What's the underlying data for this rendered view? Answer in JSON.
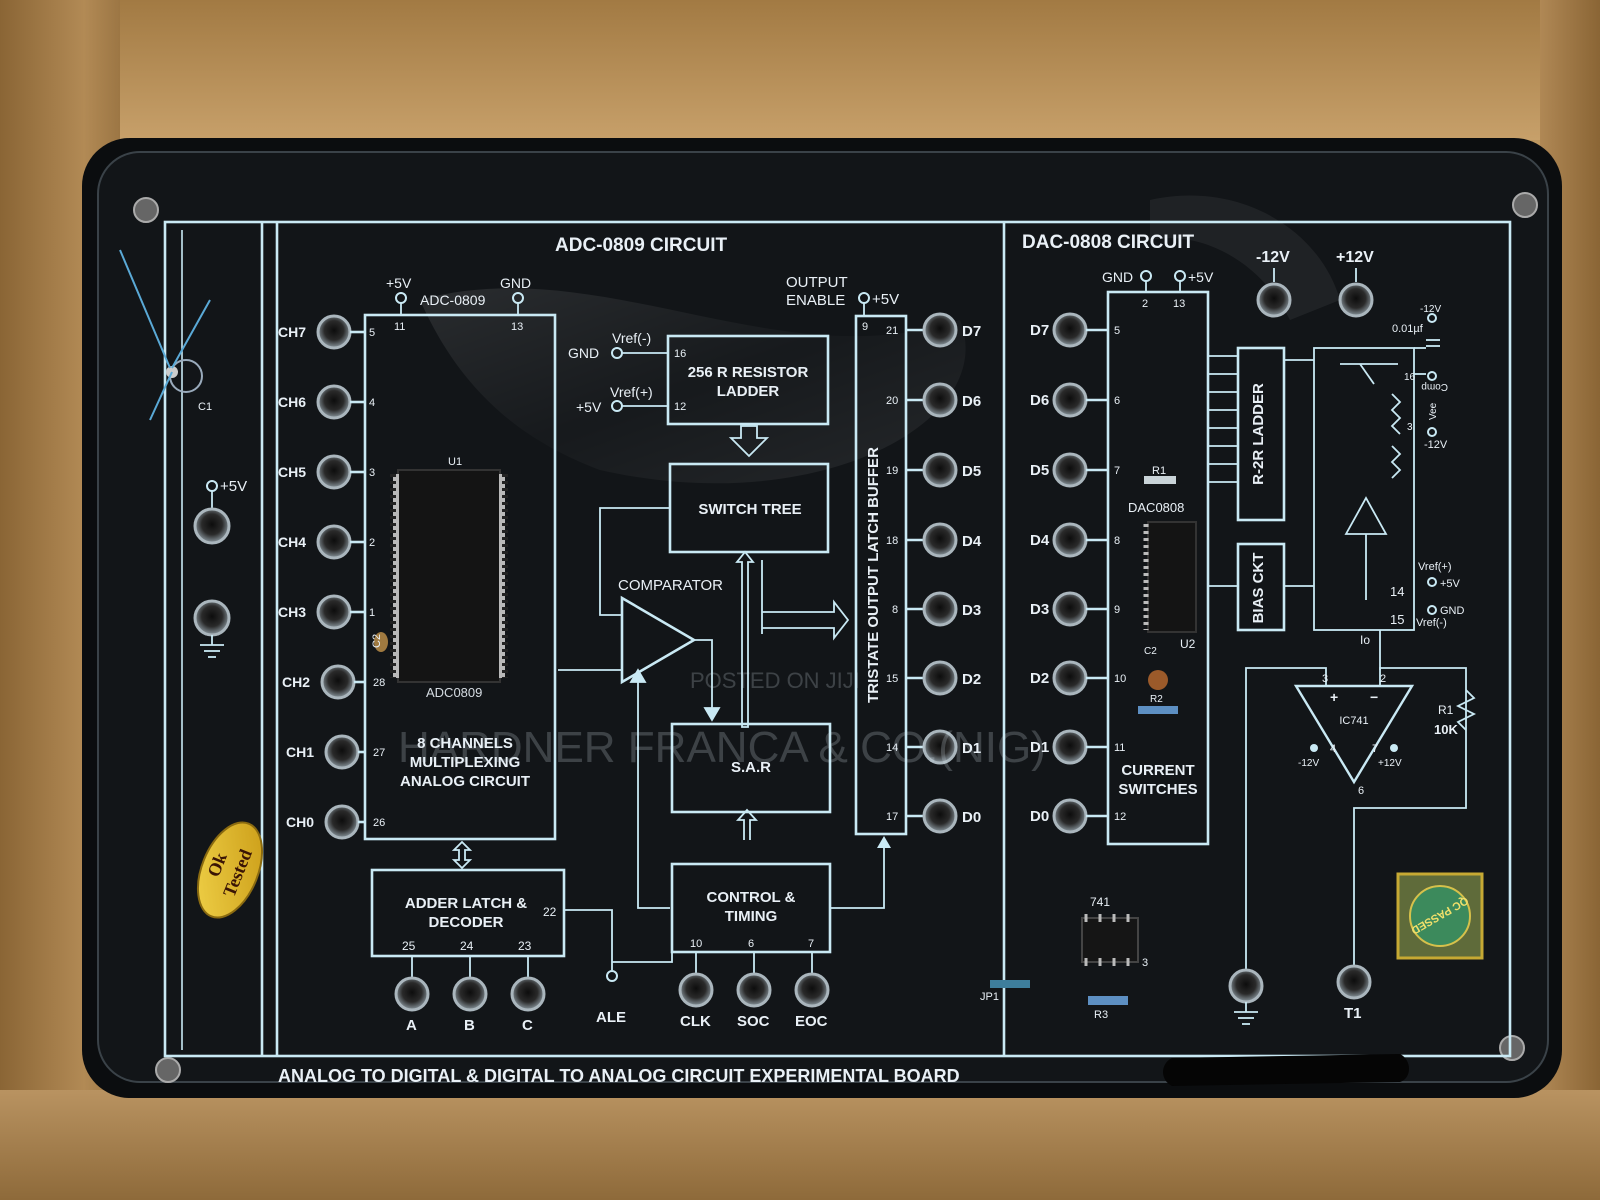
{
  "sections": {
    "adc_title": "ADC-0809 CIRCUIT",
    "dac_title": "DAC-0808 CIRCUIT",
    "footer": "ANALOG TO DIGITAL & DIGITAL TO ANALOG CIRCUIT EXPERIMENTAL BOARD"
  },
  "left_strip": {
    "cap_label": "C1",
    "supply_label": "+5V"
  },
  "sticker": {
    "line1": "Ok",
    "line2": "Tested"
  },
  "adc": {
    "vcc": "+5V",
    "gnd": "GND",
    "chip_top": "ADC-0809",
    "pin11": "11",
    "pin13": "13",
    "channels": [
      {
        "label": "CH7",
        "pin": "5"
      },
      {
        "label": "CH6",
        "pin": "4"
      },
      {
        "label": "CH5",
        "pin": "3"
      },
      {
        "label": "CH4",
        "pin": "2"
      },
      {
        "label": "CH3",
        "pin": "1"
      },
      {
        "label": "CH2",
        "pin": "28"
      },
      {
        "label": "CH1",
        "pin": "27"
      },
      {
        "label": "CH0",
        "pin": "26"
      }
    ],
    "u1": "U1",
    "c2": "C2",
    "chip_name": "ADC0809",
    "mux_lines": [
      "8 CHANNELS",
      "MULTIPLEXING",
      "ANALOG CIRCUIT"
    ],
    "vref_minus": "Vref(-)",
    "vref_plus": "Vref(+)",
    "gnd2": "GND",
    "vcc2": "+5V",
    "pin16": "16",
    "pin12": "12",
    "ladder_lines": [
      "256 R RESISTOR",
      "LADDER"
    ],
    "switch_tree": "SWITCH TREE",
    "comparator": "COMPARATOR",
    "sar": "S.A.R",
    "control_lines": [
      "CONTROL &",
      "TIMING"
    ],
    "adder_lines": [
      "ADDER LATCH &",
      "DECODER"
    ],
    "addr_pins": [
      "25",
      "24",
      "23"
    ],
    "addr_labels": [
      "A",
      "B",
      "C"
    ],
    "pin22": "22",
    "ale": "ALE",
    "ctrl_pins": [
      "10",
      "6",
      "7"
    ],
    "ctrl_labels": [
      "CLK",
      "SOC",
      "EOC"
    ],
    "output_enable": [
      "OUTPUT",
      "ENABLE"
    ],
    "oe_vcc": "+5V",
    "pin9": "9",
    "buffer": "TRISTATE OUTPUT LATCH BUFFER",
    "outputs": [
      {
        "pin": "21",
        "label": "D7"
      },
      {
        "pin": "20",
        "label": "D6"
      },
      {
        "pin": "19",
        "label": "D5"
      },
      {
        "pin": "18",
        "label": "D4"
      },
      {
        "pin": "8",
        "label": "D3"
      },
      {
        "pin": "15",
        "label": "D2"
      },
      {
        "pin": "14",
        "label": "D1"
      },
      {
        "pin": "17",
        "label": "D0"
      }
    ]
  },
  "dac": {
    "gnd": "GND",
    "vcc": "+5V",
    "pin2": "2",
    "pin13": "13",
    "neg12": "-12V",
    "pos12": "+12V",
    "inputs": [
      {
        "label": "D7",
        "pin": "5"
      },
      {
        "label": "D6",
        "pin": "6"
      },
      {
        "label": "D5",
        "pin": "7"
      },
      {
        "label": "D4",
        "pin": "8"
      },
      {
        "label": "D3",
        "pin": "9"
      },
      {
        "label": "D2",
        "pin": "10"
      },
      {
        "label": "D1",
        "pin": "11"
      },
      {
        "label": "D0",
        "pin": "12"
      }
    ],
    "r1": "R1",
    "chip_name": "DAC0808",
    "u2": "U2",
    "c2": "C2",
    "r2": "R2",
    "switches_lines": [
      "CURRENT",
      "SWITCHES"
    ],
    "r2r": "R-2R LADDER",
    "bias": "BIAS CKT",
    "cap_neg12": "-12V",
    "cap_value": "0.01µf",
    "comp": "Comp",
    "pin16": "16",
    "pin3": "3",
    "vee": "Vee",
    "vee_val": "-12V",
    "vref_plus": "Vref(+)",
    "vref_plus_val": "+5V",
    "pin14": "14",
    "pin15": "15",
    "gnd_right": "GND",
    "vref_minus": "Vref(-)",
    "io": "Io",
    "opamp": "IC741",
    "op_pin3": "3",
    "op_pin2": "2",
    "op_pin4": "4",
    "op_pin7": "7",
    "op_pin6": "6",
    "op_neg": "-12V",
    "op_pos": "+12V",
    "rf": "R1",
    "rf_val": "10K",
    "ic_label": "741",
    "ic_pin3": "3",
    "jp1": "JP1",
    "r3": "R3",
    "t1": "T1",
    "qc": "QC PASSED"
  },
  "watermark": {
    "line1": "POSTED ON JIJI",
    "line2": "HARDNER FRANCA & CO.(NIG)"
  }
}
